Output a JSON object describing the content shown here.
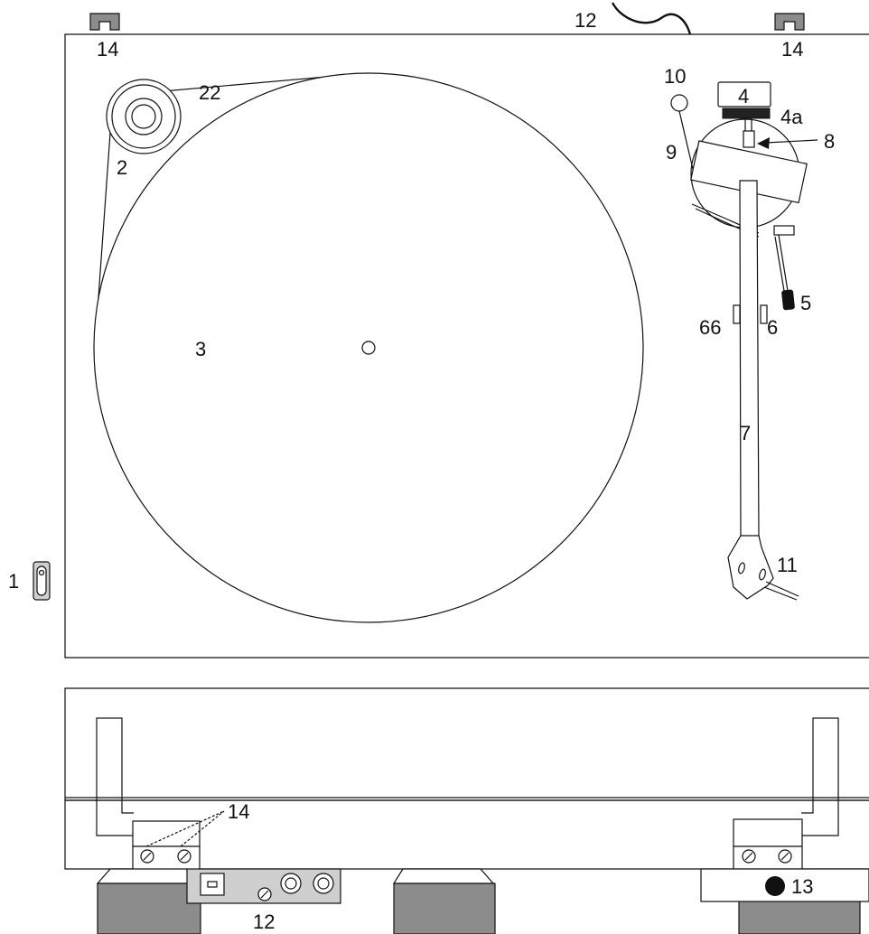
{
  "colors": {
    "line": "#111111",
    "foot_grey": "#8c8c8c",
    "panel_grey": "#cfcfcf",
    "background": "#ffffff"
  },
  "top_view": {
    "labels": {
      "feet_left": "14",
      "feet_right": "14",
      "cable": "12",
      "pulley": "2",
      "belt": "22",
      "platter": "3",
      "counterweight": "4",
      "counterweight_ring": "4a",
      "antiskating": "8",
      "bias_weight": "10",
      "bearing": "9",
      "cue_lever": "5",
      "arm_rest": "6",
      "arm_rest_left": "66",
      "tonearm": "7",
      "headshell": "11",
      "power_switch": "1"
    }
  },
  "side_view": {
    "labels": {
      "hinges": "14",
      "connector_panel": "12",
      "socket": "13"
    }
  }
}
